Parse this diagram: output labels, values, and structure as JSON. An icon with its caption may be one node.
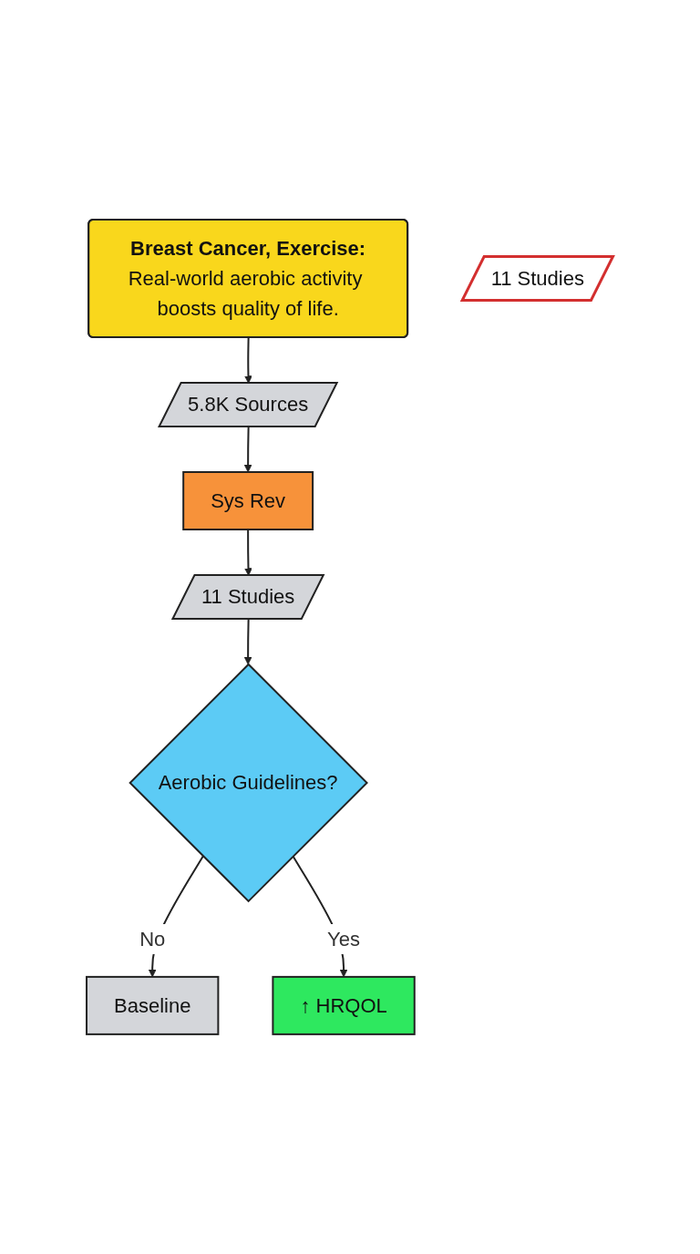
{
  "diagram": {
    "nodes": [
      {
        "text": [
          "Breast Cancer, Exercise:",
          "Real-world aerobic activity boosts quality of life."
        ]
      },
      {
        "text": [
          "5.8K Sources"
        ]
      },
      {
        "text": [
          "Sys Rev"
        ]
      },
      {
        "text": [
          "11 Studies"
        ]
      },
      {
        "text": [
          "Aerobic Guidelines?"
        ]
      },
      {
        "text": [
          "Baseline"
        ]
      },
      {
        "text": [
          "↑ HRQOL"
        ]
      },
      {
        "text": [
          "11 Studies"
        ]
      }
    ],
    "edges": [
      {
        "from": 0,
        "to": 1,
        "arrow": "to"
      },
      {
        "from": 1,
        "to": 2,
        "arrow": "to"
      },
      {
        "from": 2,
        "to": 3,
        "arrow": "to"
      },
      {
        "from": 3,
        "to": 4,
        "arrow": "to"
      },
      {
        "from": 4,
        "to": 5,
        "arrow": "to",
        "label": "No"
      },
      {
        "from": 4,
        "to": 6,
        "arrow": "to",
        "label": "Yes"
      }
    ]
  }
}
